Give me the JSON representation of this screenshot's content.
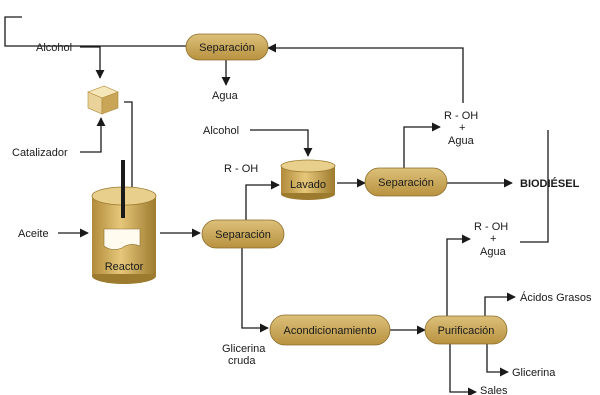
{
  "colors": {
    "box_fill": "#c8a657",
    "box_stroke": "#8c6d2a",
    "line": "#1a1a1a",
    "cube_light": "#f1dfa6",
    "cube_dark": "#c9a557"
  },
  "inputs": {
    "alcohol_top": "Alcohol",
    "catalizador": "Catalizador",
    "aceite": "Aceite",
    "alcohol_mid": "Alcohol"
  },
  "reactor": {
    "label": "Reactor"
  },
  "boxes": {
    "separacion_top": "Separación",
    "separacion_main": "Separación",
    "lavado": "Lavado",
    "separacion_right": "Separación",
    "acondicionamiento": "Acondicionamiento",
    "purificacion": "Purificación"
  },
  "outputs": {
    "agua_top": "Agua",
    "roh_mid": "R - OH",
    "roh_plus_agua_top": {
      "roh": "R - OH",
      "plus": "+",
      "agua": "Agua"
    },
    "biodiesel": "BIODIÉSEL",
    "roh_plus_agua_bottom": {
      "roh": "R - OH",
      "plus": "+",
      "agua": "Agua"
    },
    "glicerina_cruda_1": "Glicerina",
    "glicerina_cruda_2": "cruda",
    "acidos_grasos": "Ácidos Grasos",
    "glicerina": "Glicerina",
    "sales": "Sales"
  }
}
